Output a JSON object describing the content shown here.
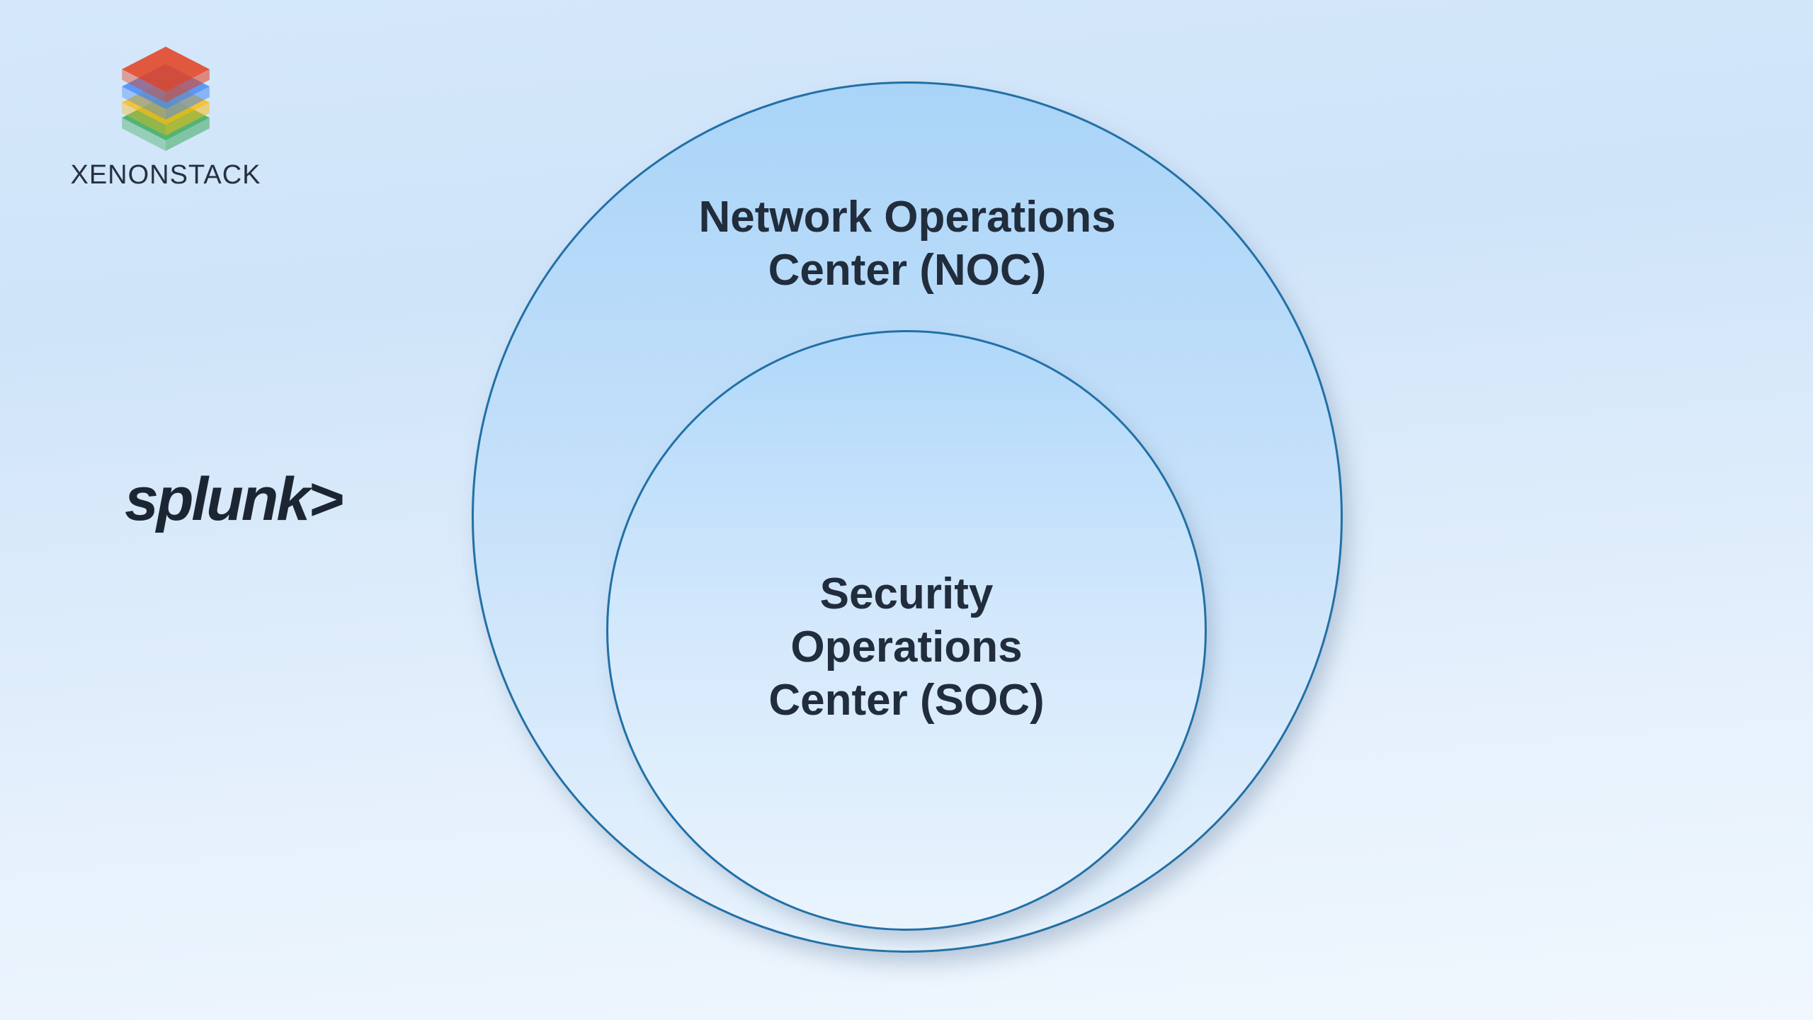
{
  "background": {
    "gradient_top": "#d5e8fb",
    "gradient_bottom": "#f0f7fe"
  },
  "brand": {
    "xenonstack": {
      "wordmark": "XENONSTACK",
      "icon": "stacked-layers-icon",
      "layer_colors": {
        "red": "#e3401f",
        "blue": "#4285f4",
        "yellow": "#f9bc0d",
        "green": "#34a853"
      }
    },
    "splunk": {
      "wordmark": "splunk>"
    }
  },
  "diagram": {
    "kind": "nested-venn",
    "stroke_color": "#2270a6",
    "text_color": "#212d3c",
    "fill_top": "#a9d4f8",
    "fill_bottom": "#e9f4fd",
    "outer": {
      "title": "Network Operations Center (NOC)",
      "lines": [
        "Network Operations",
        "Center (NOC)"
      ]
    },
    "inner": {
      "title": "Security Operations Center (SOC)",
      "lines": [
        "Security",
        "Operations",
        "Center (SOC)"
      ]
    }
  }
}
